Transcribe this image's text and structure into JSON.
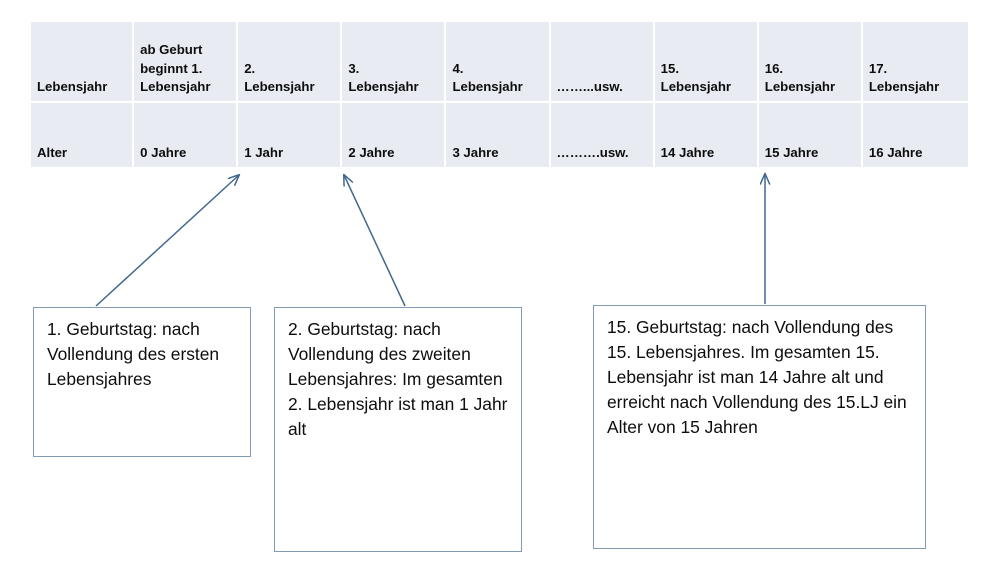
{
  "table": {
    "row_labels": {
      "lebensjahr": "Lebensjahr",
      "alter": "Alter"
    },
    "columns": [
      {
        "lebensjahr": "ab Geburt\nbeginnt 1.\nLebensjahr",
        "alter": "0 Jahre"
      },
      {
        "lebensjahr": "2.\nLebensjahr",
        "alter": "1 Jahr"
      },
      {
        "lebensjahr": "3.\nLebensjahr",
        "alter": "2 Jahre"
      },
      {
        "lebensjahr": "4.\nLebensjahr",
        "alter": "3 Jahre"
      },
      {
        "lebensjahr": "……...usw.",
        "alter": "……….usw."
      },
      {
        "lebensjahr": "15.\nLebensjahr",
        "alter": "14 Jahre"
      },
      {
        "lebensjahr": "16.\nLebensjahr",
        "alter": "15 Jahre"
      },
      {
        "lebensjahr": "17.\nLebensjahr",
        "alter": "16 Jahre"
      }
    ]
  },
  "callouts": [
    {
      "id": "callout-1",
      "text": "1. Geburtstag: nach Vollendung des ersten Lebensjahres"
    },
    {
      "id": "callout-2",
      "text": "2. Geburtstag: nach Vollendung  des zweiten Lebensjahres: Im gesamten 2. Lebensjahr ist man 1 Jahr alt"
    },
    {
      "id": "callout-3",
      "text": "15. Geburtstag: nach Vollendung  des 15. Lebensjahres. Im gesamten 15. Lebensjahr ist man 14 Jahre alt und  erreicht nach Vollendung des 15.LJ ein Alter von 15 Jahren"
    }
  ],
  "colors": {
    "cell_background": "#e8ecf2",
    "grid_line": "#ffffff",
    "row_label_text": "#b01722",
    "cell_text": "#0d0d0d",
    "arrow": "#41688f",
    "callout_border": "#7f9bb5",
    "page_background": "#ffffff"
  }
}
